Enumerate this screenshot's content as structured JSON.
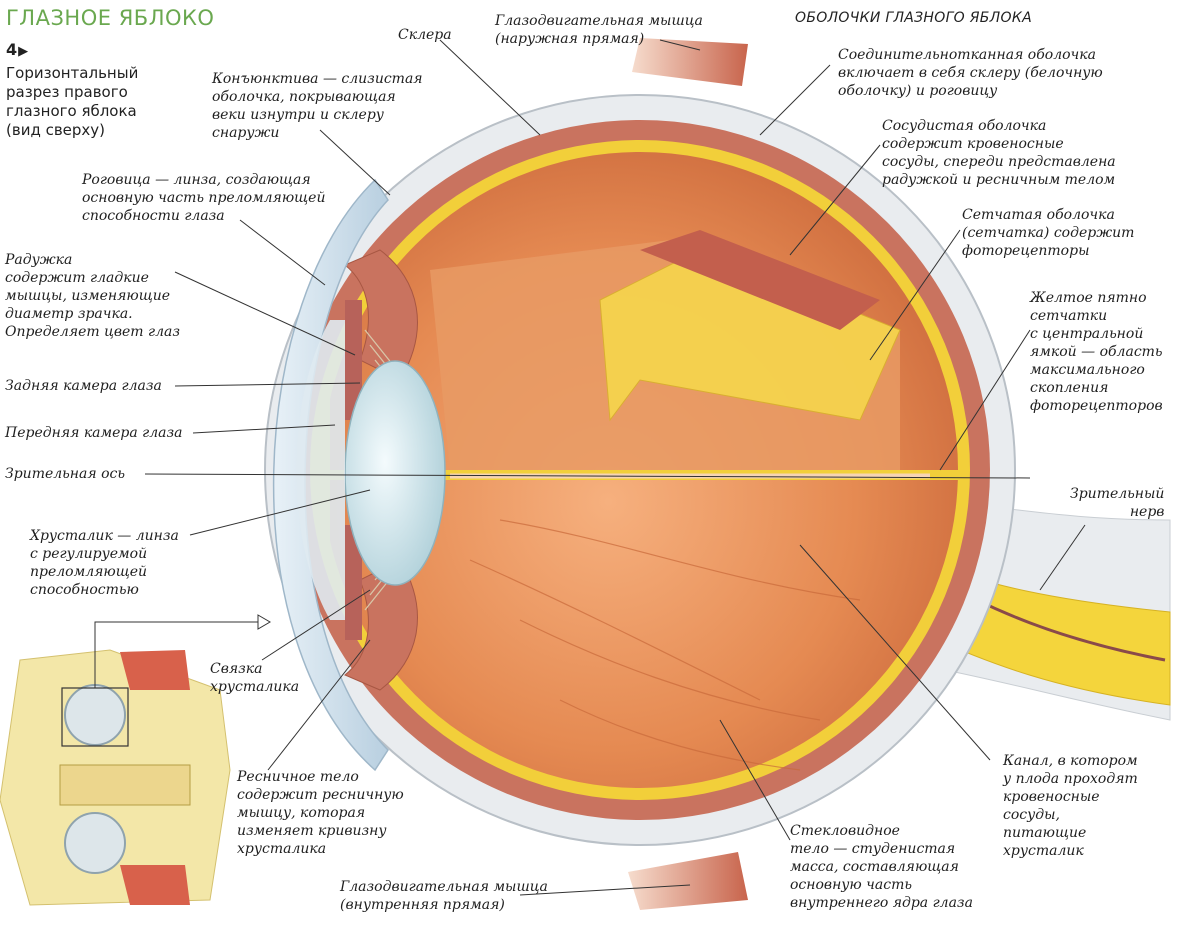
{
  "title": "ГЛАЗНОЕ ЯБЛОКО",
  "figure": {
    "number": "4",
    "marker": "▶"
  },
  "subtitle": "Горизонтальный\nразрез правого\nглазного яблока\n(вид сверху)",
  "section_heading": "ОБОЛОЧКИ ГЛАЗНОГО ЯБЛОКА",
  "labels": {
    "sclera": "Склера",
    "muscle_lateral": "Глазодвигательная мышца\n(наружная прямая)",
    "conjunctiva": "Конъюнктива — слизистая\nоболочка, покрывающая\nвеки изнутри и склеру\nснаружи",
    "cornea": "Роговица — линза, создающая\nосновную часть преломляющей\nспособности глаза",
    "iris": "Радужка\nсодержит гладкие\nмышцы, изменяющие\nдиаметр зрачка.\nОпределяет цвет глаз",
    "posterior_chamber": "Задняя камера глаза",
    "anterior_chamber": "Передняя камера глаза",
    "visual_axis": "Зрительная ось",
    "lens": "Хрусталик — линза\nс регулируемой\nпреломляющей\nспособностью",
    "zonule": "Связка\nхрусталика",
    "ciliary_body": "Ресничное тело\nсодержит ресничную\nмышцу, которая\nизменяет кривизну\nхрусталика",
    "muscle_medial": "Глазодвигательная мышца\n(внутренняя прямая)",
    "vitreous": "Стекловидное\nтело — студенистая\nмасса, составляющая\nосновную часть\nвнутреннего ядра глаза",
    "canal": "Канал, в котором\nу плода проходят\nкровеносные\nсосуды,\nпитающие\nхрусталик",
    "optic_nerve": "Зрительный\nнерв",
    "macula": "Желтое пятно\nсетчатки\nс центральной\nямкой — область\nмаксимального\nскопления\nфоторецепторов",
    "retina": "Сетчатая оболочка\n(сетчатка) содержит\nфоторецепторы",
    "choroid": "Сосудистая оболочка\nсодержит кровеносные\nсосуды, спереди представлена\nрадужкой и ресничным телом",
    "fibrous_tunic": "Соединительнотканная оболочка\nвключает в себя склеру (белочную\nоболочку) и роговицу"
  },
  "colors": {
    "title": "#6aa84f",
    "sclera": "#e9ecef",
    "choroid": "#c9735f",
    "retina": "#f2cf3a",
    "vitreous": "#e48a52",
    "lens": "#cfe6ec",
    "cornea": "#dce9f2",
    "muscle": "#d9876f",
    "nerve": "#f4d53c",
    "leader": "#333333"
  }
}
